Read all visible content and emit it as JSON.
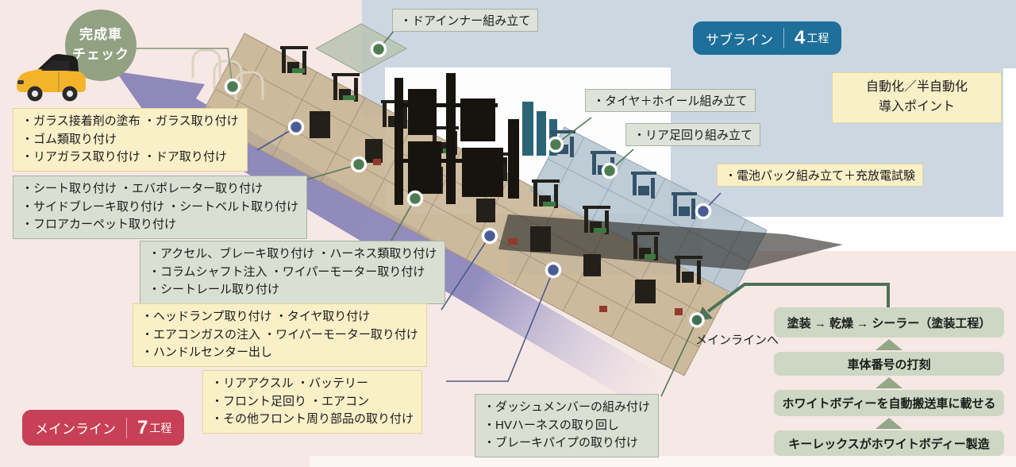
{
  "badges": {
    "main": {
      "name": "メインライン",
      "count": "7",
      "unit": "工程"
    },
    "sub": {
      "name": "サブライン",
      "count": "4",
      "unit": "工程"
    }
  },
  "finish_check": {
    "line1": "完成車",
    "line2": "チェック"
  },
  "automation_note": {
    "line1": "自動化／半自動化",
    "line2": "導入ポイント"
  },
  "to_main_line": {
    "label": "メインラインへ"
  },
  "callouts": {
    "glass": {
      "lines": [
        "・ガラス接着剤の塗布 ・ガラス取り付け",
        "・ゴム類取り付け",
        "・リアガラス取り付け ・ドア取り付け"
      ]
    },
    "seat": {
      "lines": [
        "・シート取り付け ・エバポレーター取り付け",
        "・サイドブレーキ取り付け ・シートベルト取り付け",
        "・フロアカーペット取り付け"
      ]
    },
    "pedal": {
      "lines": [
        "・アクセル、ブレーキ取り付け ・ハーネス類取り付け",
        "・コラムシャフト注入 ・ワイパーモーター取り付け",
        "・シートレール取り付け"
      ]
    },
    "headlamp": {
      "lines": [
        "・ヘッドランプ取り付け ・タイヤ取り付け",
        "・エアコンガスの注入 ・ワイパーモーター取り付け",
        "・ハンドルセンター出し"
      ]
    },
    "rear_axle": {
      "lines": [
        "・リアアクスル ・バッテリー",
        "・フロント足回り ・エアコン",
        "・その他フロント周り部品の取り付け"
      ]
    },
    "dash": {
      "lines": [
        "・ダッシュメンバーの組み付け",
        "・HVハーネスの取り回し",
        "・ブレーキパイプの取り付け"
      ]
    },
    "door_inner": {
      "text": "・ドアインナー組み立て"
    },
    "tire_wheel": {
      "text": "・タイヤ＋ホイール組み立て"
    },
    "rear_suspension": {
      "text": "・リア足回り組み立て"
    },
    "battery_pack": {
      "text": "・電池パック組み立て＋充放電試験"
    }
  },
  "flow_steps": [
    "塗装 → 乾燥 → シーラー（塗装工程）",
    "車体番号の打刻",
    "ホワイトボディーを自動搬送車に載せる",
    "キーレックスがホワイトボディー製造"
  ],
  "colors": {
    "background_pink": "#f6e8e5",
    "background_blue": "#ccd7e2",
    "main_badge_red": "#c84055",
    "sub_badge_blue": "#1e6f9a",
    "yellow_callout": "#faf0c8",
    "green_callout": "#d9dfd3",
    "flow_box_green": "#cdd7c3",
    "check_circle_green": "#92a181",
    "arrow_purple": "#918bbc",
    "flow_arrow_green": "#4d7257",
    "dot_green": "#4e7b52",
    "dot_blue": "#4b5c95"
  }
}
